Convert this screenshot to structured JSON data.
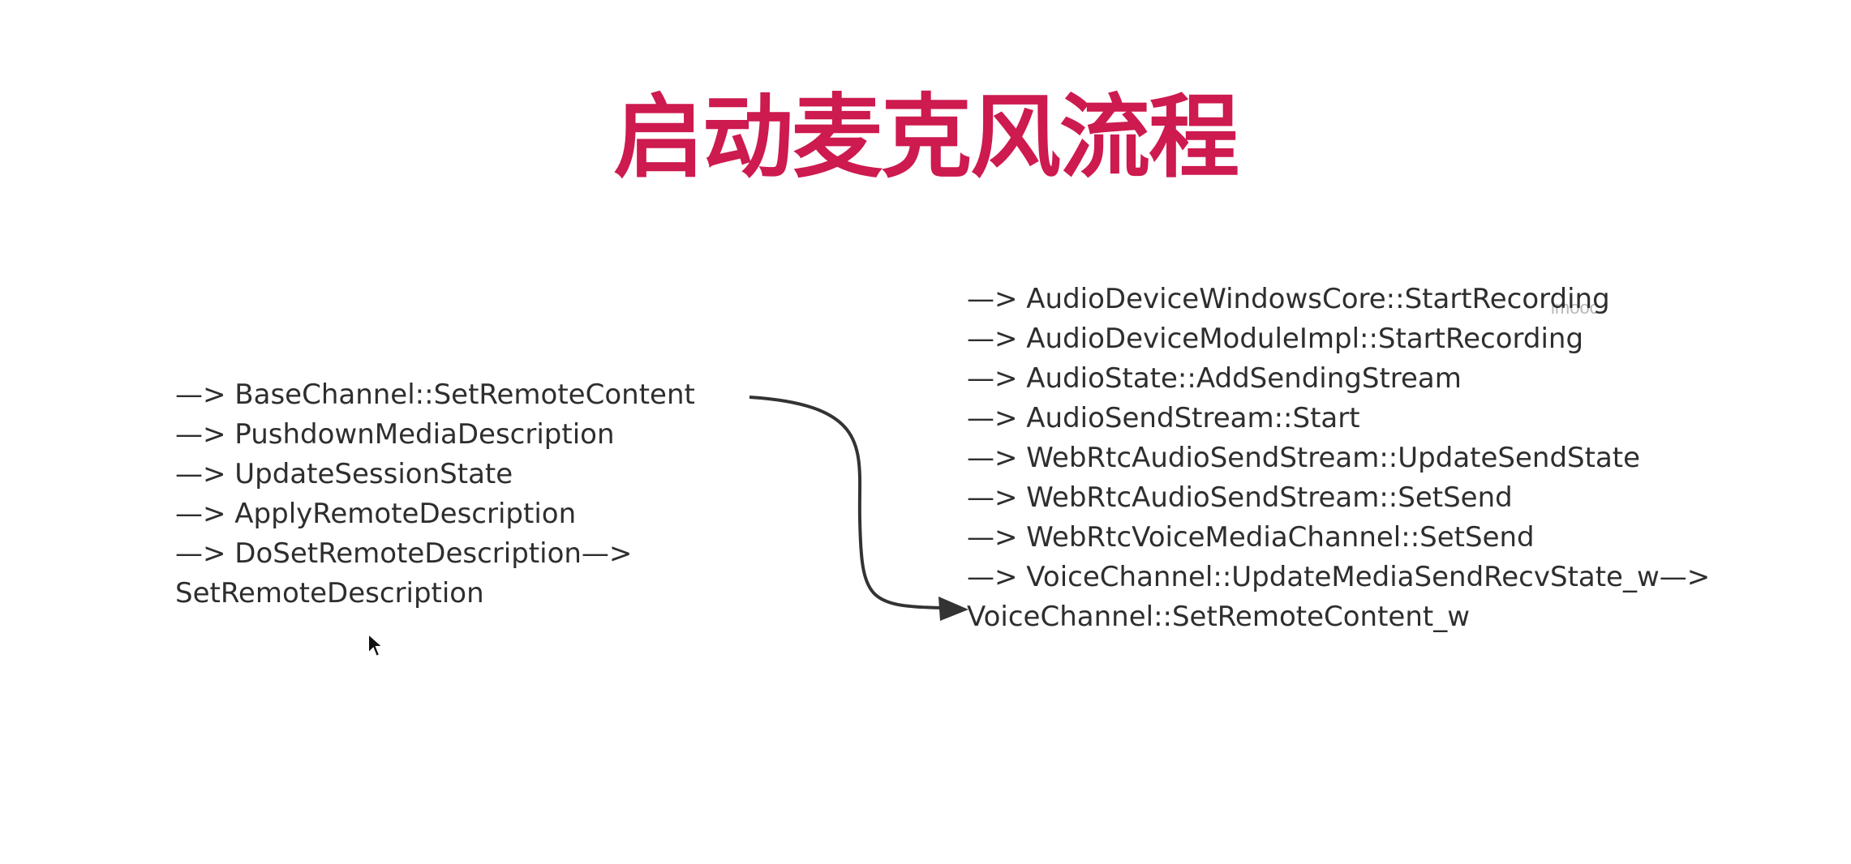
{
  "slide": {
    "title": "启动麦克风流程",
    "title_color": "#cd1a4f",
    "text_color": "#2e2e2e",
    "watermark": "imooc",
    "left_flow": [
      "—> BaseChannel::SetRemoteContent",
      "—> PushdownMediaDescription",
      "—> UpdateSessionState",
      "—> ApplyRemoteDescription",
      "—> DoSetRemoteDescription—>",
      "SetRemoteDescription"
    ],
    "right_flow": [
      "—> AudioDeviceWindowsCore::StartRecording",
      "—> AudioDeviceModuleImpl::StartRecording",
      "—> AudioState::AddSendingStream",
      "—> AudioSendStream::Start",
      "—> WebRtcAudioSendStream::UpdateSendState",
      "—> WebRtcAudioSendStream::SetSend",
      "—> WebRtcVoiceMediaChannel::SetSend",
      "—> VoiceChannel::UpdateMediaSendRecvState_w—>",
      "VoiceChannel::SetRemoteContent_w"
    ],
    "connector_color": "#333333",
    "cursor_icon": "mouse-pointer-icon"
  }
}
